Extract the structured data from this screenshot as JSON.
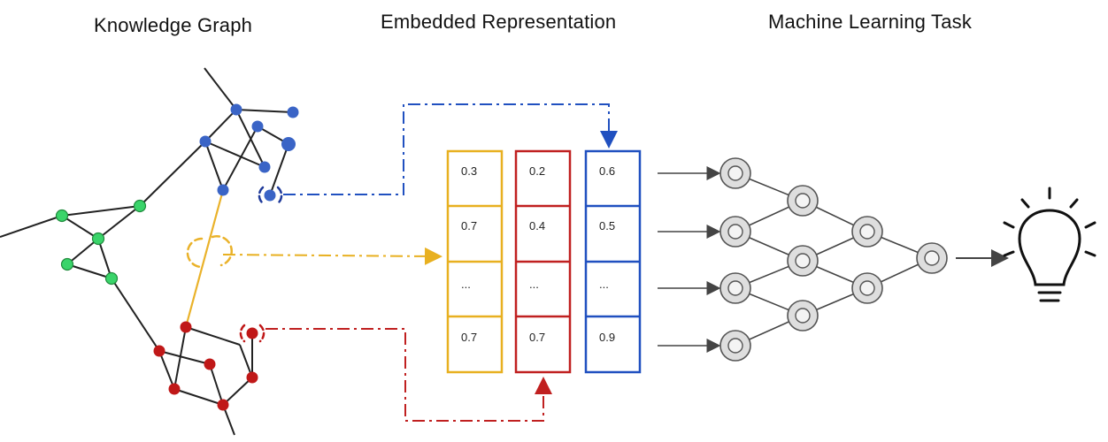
{
  "titles": {
    "knowledge_graph": "Knowledge Graph",
    "embedded_representation": "Embedded Representation",
    "machine_learning_task": "Machine Learning Task"
  },
  "embedding_vectors": [
    {
      "color": "#e8b020",
      "values": [
        "0.3",
        "0.7",
        "...",
        "0.7"
      ]
    },
    {
      "color": "#c02020",
      "values": [
        "0.2",
        "0.4",
        "...",
        "0.7"
      ]
    },
    {
      "color": "#2050c0",
      "values": [
        "0.6",
        "0.5",
        "...",
        "0.9"
      ]
    }
  ],
  "colors": {
    "blue_node": "#3a64c6",
    "green_node": "#3ad46a",
    "red_node": "#c01818",
    "yellow_edge": "#eab22a",
    "network_node": "#dedede",
    "edge": "#222222"
  },
  "icons": {
    "output": "lightbulb-icon"
  }
}
